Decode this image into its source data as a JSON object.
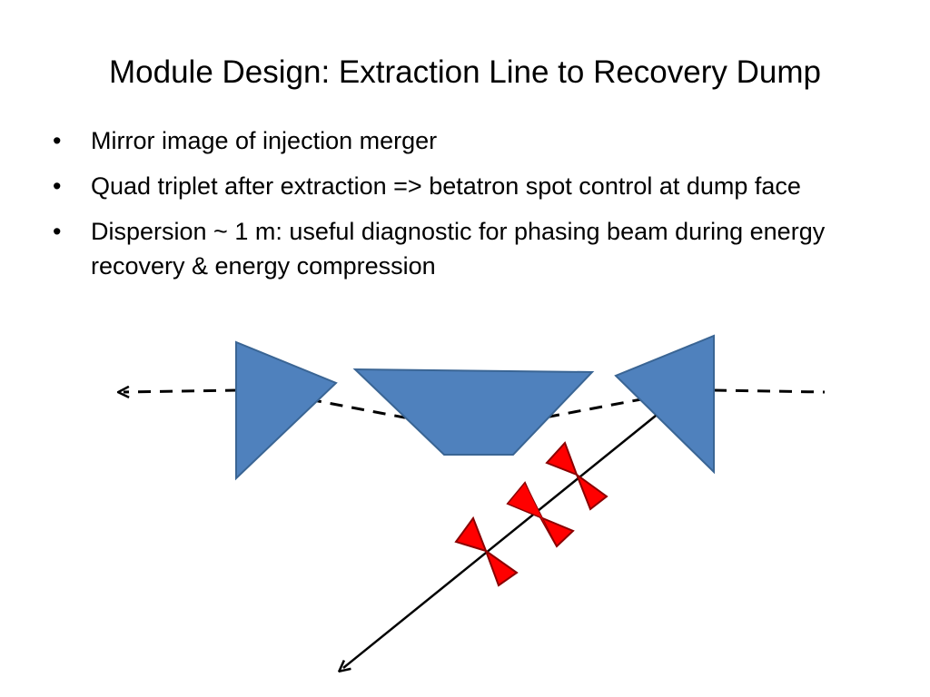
{
  "slide": {
    "title": "Module Design: Extraction Line to Recovery Dump",
    "bullets": [
      {
        "marker": "•",
        "text": "Mirror image of injection merger"
      },
      {
        "marker": "•",
        "text": "Quad triplet after extraction => betatron spot control at dump face"
      },
      {
        "marker": "•",
        "text": "Dispersion ~ 1 m: useful diagnostic for phasing  beam during energy recovery & energy compression"
      }
    ]
  },
  "diagram": {
    "colors": {
      "dipole_fill": "#4f81bd",
      "dipole_stroke": "#3a6594",
      "quad_fill": "#ff0000",
      "quad_stroke": "#8b0000",
      "line": "#000000"
    }
  }
}
